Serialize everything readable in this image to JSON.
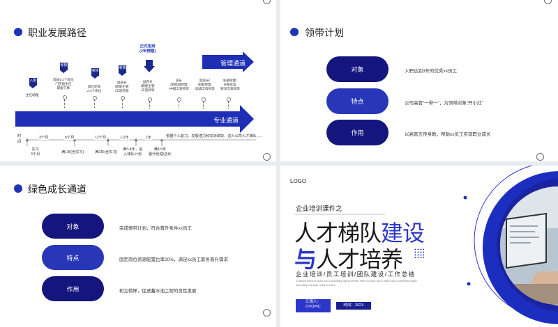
{
  "slide1": {
    "title": "职业发展路径",
    "mgmt_label": "管理通道",
    "pro_label": "专业通道",
    "appoint_label": "正式定岗\n(2年预期)",
    "badges": [
      "入职",
      "考核",
      "考核",
      "考核"
    ],
    "steps": [
      "主任助理",
      "选拔1-3个岗位\n门店副主任\n职能干事",
      "岗位轮岗\n2-3个岗位",
      "副店长\n/职能主管\n/工程师等",
      "副店长\n/职能主管\n/工程师等",
      "店长\n/职能副经理\n/中级工程师等",
      "副店长/\n职能经理\n/高级工程师等",
      "总部经理/\n分部总监\n/资深工程师等"
    ],
    "timeline_axis_label": "时间",
    "timeline_marks": [
      "3个月",
      "6个月",
      "12个月",
      "1-2年",
      "1年"
    ],
    "timeline_summary": "根据个人能力、发展潜力和实际绩效，进入公司人才梯队......",
    "bottom_notes": [
      "实习\n3个月",
      "满1年(含实习)",
      "满2年(含实习)",
      "满3-4年，进\n入梯队计划",
      "满4-5年\n晋升经理/店长"
    ]
  },
  "slide2": {
    "title": "领带计划",
    "rows": [
      {
        "label": "对象",
        "desc": "入职达到3年的优秀xx员工"
      },
      {
        "label": "特点",
        "desc": "公司高管“一带一”，为领带对象“开小灶”"
      },
      {
        "label": "作用",
        "desc": "以高管言传身教，帮助xx员工实现职业成长"
      }
    ]
  },
  "slide3": {
    "title": "绿色成长通道",
    "rows": [
      {
        "label": "对象",
        "desc": "完成德带计划，符合晋升条件xx员工"
      },
      {
        "label": "特点",
        "desc": "固定岗位资源配置比率20%，满足xx员工职务晋升需求"
      },
      {
        "label": "作用",
        "desc": "树立榜样，促进蓄水池工程的良性发展"
      }
    ]
  },
  "slide4": {
    "logo": "LOGO",
    "subtitle": "企业培训课件之",
    "title_part1": "人才梯队",
    "title_part2": "建设",
    "title_part3": "与",
    "title_part4": "人才培养",
    "tagline": "企业培训/员工培训/团队建设/工作总结",
    "small_text_1": "A dream need to work out a summary report dream need to work out a need out a summary report",
    "small_text_2": "summary A dream need to word.",
    "presenter_label": "汇报人：",
    "presenter_name": "OVOPIC",
    "time_label": "时间：202X"
  },
  "colors": {
    "primary": "#1c34b7",
    "dark_pill": "#14157d",
    "mid_pill": "#2737b8",
    "accent_blue": "#2b37c8"
  }
}
